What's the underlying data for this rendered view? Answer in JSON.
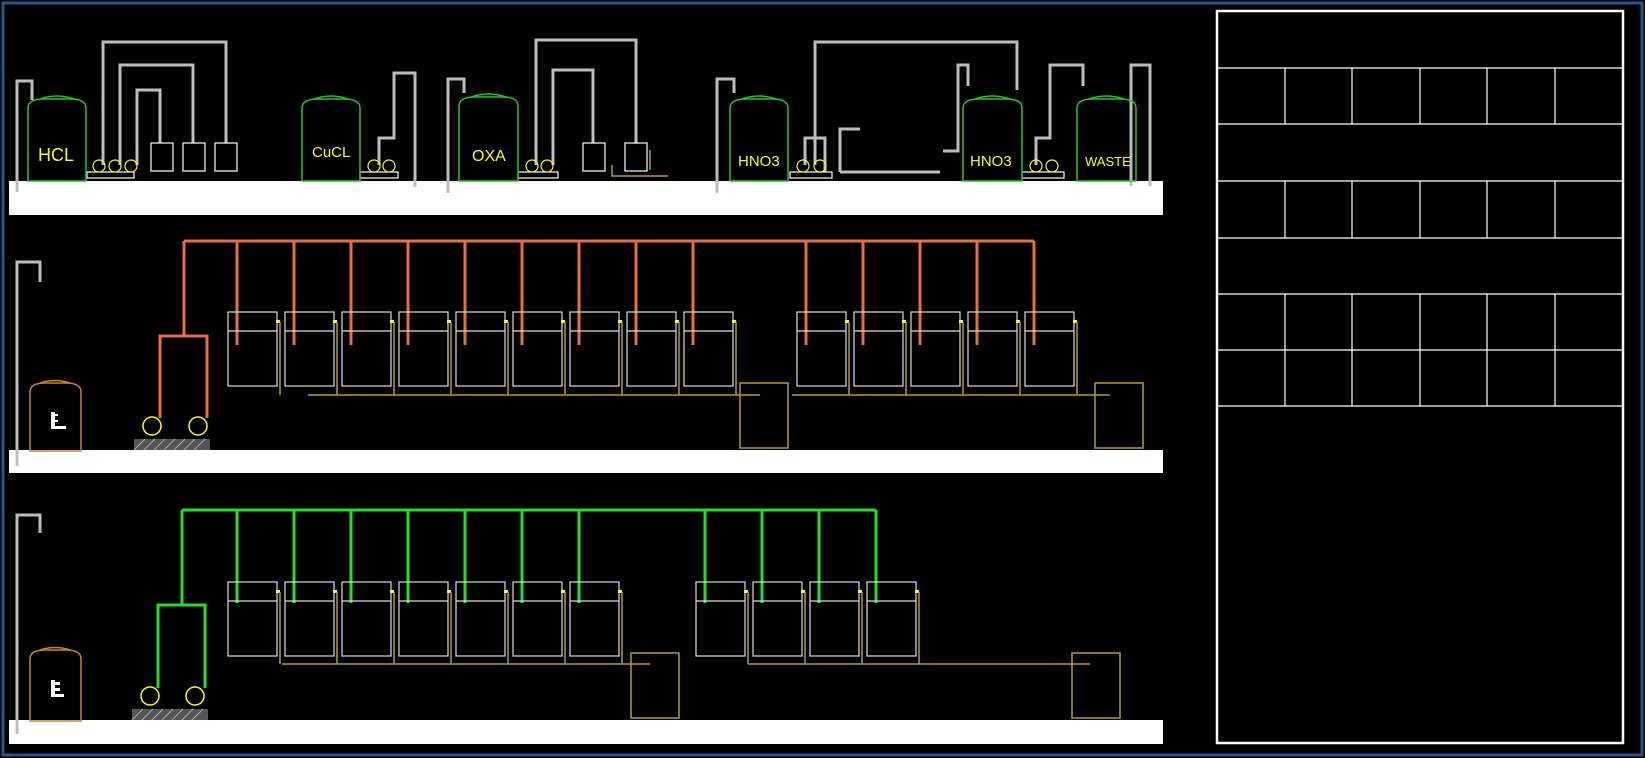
{
  "colors": {
    "background": "#000000",
    "frame": "#1f5a8a",
    "floor": "#ffffff",
    "pipe_gray": "#bdbdbd",
    "pipe_orange": "#e8703a",
    "pipe_green": "#22e022",
    "drain_yellow": "#b89a2a",
    "tank_green": "#22c822",
    "tank_orange": "#c8862a",
    "label_yellow": "#ffff00"
  },
  "top_row": {
    "tanks": [
      {
        "label": "HCL"
      },
      {
        "label": "CuCL"
      },
      {
        "label": "OXA"
      },
      {
        "label": "HNO3"
      },
      {
        "label": "HNO3"
      },
      {
        "label": "WASTE"
      }
    ]
  },
  "middle_row": {
    "tank_group_1_count": 9,
    "tank_group_2_count": 5,
    "pump_count": 2
  },
  "bottom_row": {
    "tank_group_1_count": 7,
    "tank_group_2_count": 4,
    "pump_count": 2
  },
  "legend_table": {
    "columns": 6,
    "rows": 7,
    "merged_rows": [
      0,
      2,
      4
    ]
  }
}
